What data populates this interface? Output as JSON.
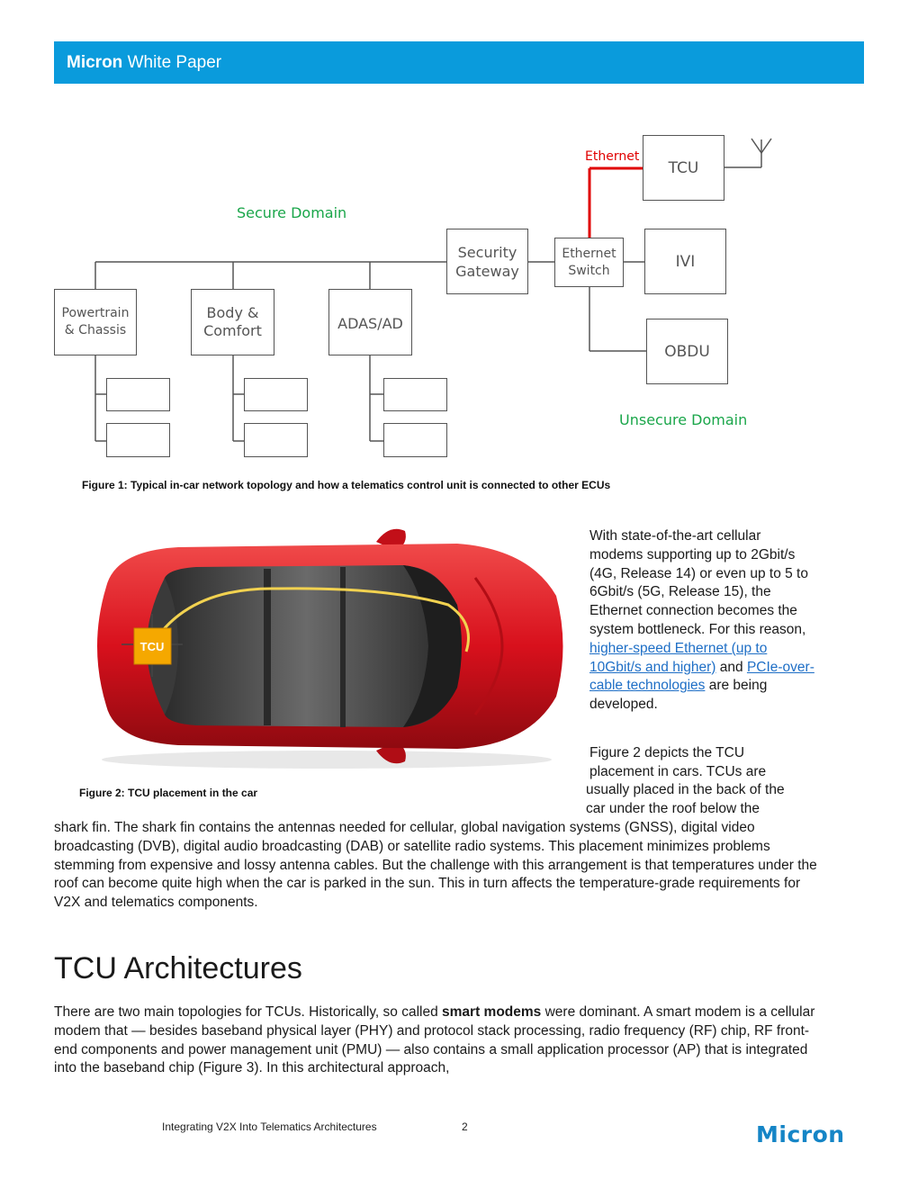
{
  "header": {
    "brand": "Micron",
    "title": "White Paper"
  },
  "figure1": {
    "secure_domain": "Secure Domain",
    "unsecure_domain": "Unsecure Domain",
    "ethernet_label": "Ethernet",
    "boxes": {
      "tcu": "TCU",
      "ivi": "IVI",
      "obdu": "OBDU",
      "ethernet_switch": "Ethernet\nSwitch",
      "security_gateway": "Security\nGateway",
      "powertrain": "Powertrain\n& Chassis",
      "body_comfort": "Body &\nComfort",
      "adas": "ADAS/AD"
    },
    "colors": {
      "secure": "#1aa64a",
      "ethernet": "#e00000",
      "box_border": "#555555"
    },
    "caption": "Figure 1: Typical in-car network topology and how a telematics control unit is connected to other ECUs"
  },
  "figure2": {
    "tcu_label": "TCU",
    "caption": "Figure 2: TCU placement in the car",
    "colors": {
      "car": "#d8101c",
      "tcu_box": "#f5a800",
      "wire": "#f2d250"
    }
  },
  "para1": {
    "text1": "With state-of-the-art cellular modems supporting up to 2Gbit/s (4G, Release 14) or even up to 5 to 6Gbit/s (5G, Release 15), the Ethernet connection becomes the system bottleneck. For this reason, ",
    "link1": "higher-speed Ethernet (up to 10Gbit/s and higher)",
    "text2": " and ",
    "link2": "PCIe-over-cable technologies",
    "text3": " are being developed."
  },
  "para2": {
    "line1": "Figure 2 depicts the TCU",
    "line2": "placement in cars. TCUs are",
    "line3": "usually placed in the back of the",
    "line4": "car under the roof below the",
    "rest": "shark fin. The shark fin contains the antennas needed for cellular, global navigation systems (GNSS), digital video broadcasting (DVB), digital audio broadcasting (DAB) or satellite radio systems. This placement minimizes problems stemming from expensive and lossy antenna cables. But the challenge with this arrangement is that temperatures under the roof can become quite high when the car is parked in the sun. This in turn affects the temperature-grade requirements for V2X and telematics components."
  },
  "section": {
    "title": "TCU Architectures",
    "text1": "There are two main topologies for TCUs. Historically, so called ",
    "bold": "smart modems",
    "text2": " were dominant. A smart modem is a cellular modem that — besides baseband physical layer (PHY) and protocol stack processing, radio frequency (RF) chip, RF front-end components and power management unit (PMU) — also contains a small application processor (AP) that is integrated into the baseband chip (Figure 3). In this architectural approach,"
  },
  "footer": {
    "doc_title": "Integrating V2X Into Telematics Architectures",
    "page_number": "2",
    "logo": "Micron"
  }
}
